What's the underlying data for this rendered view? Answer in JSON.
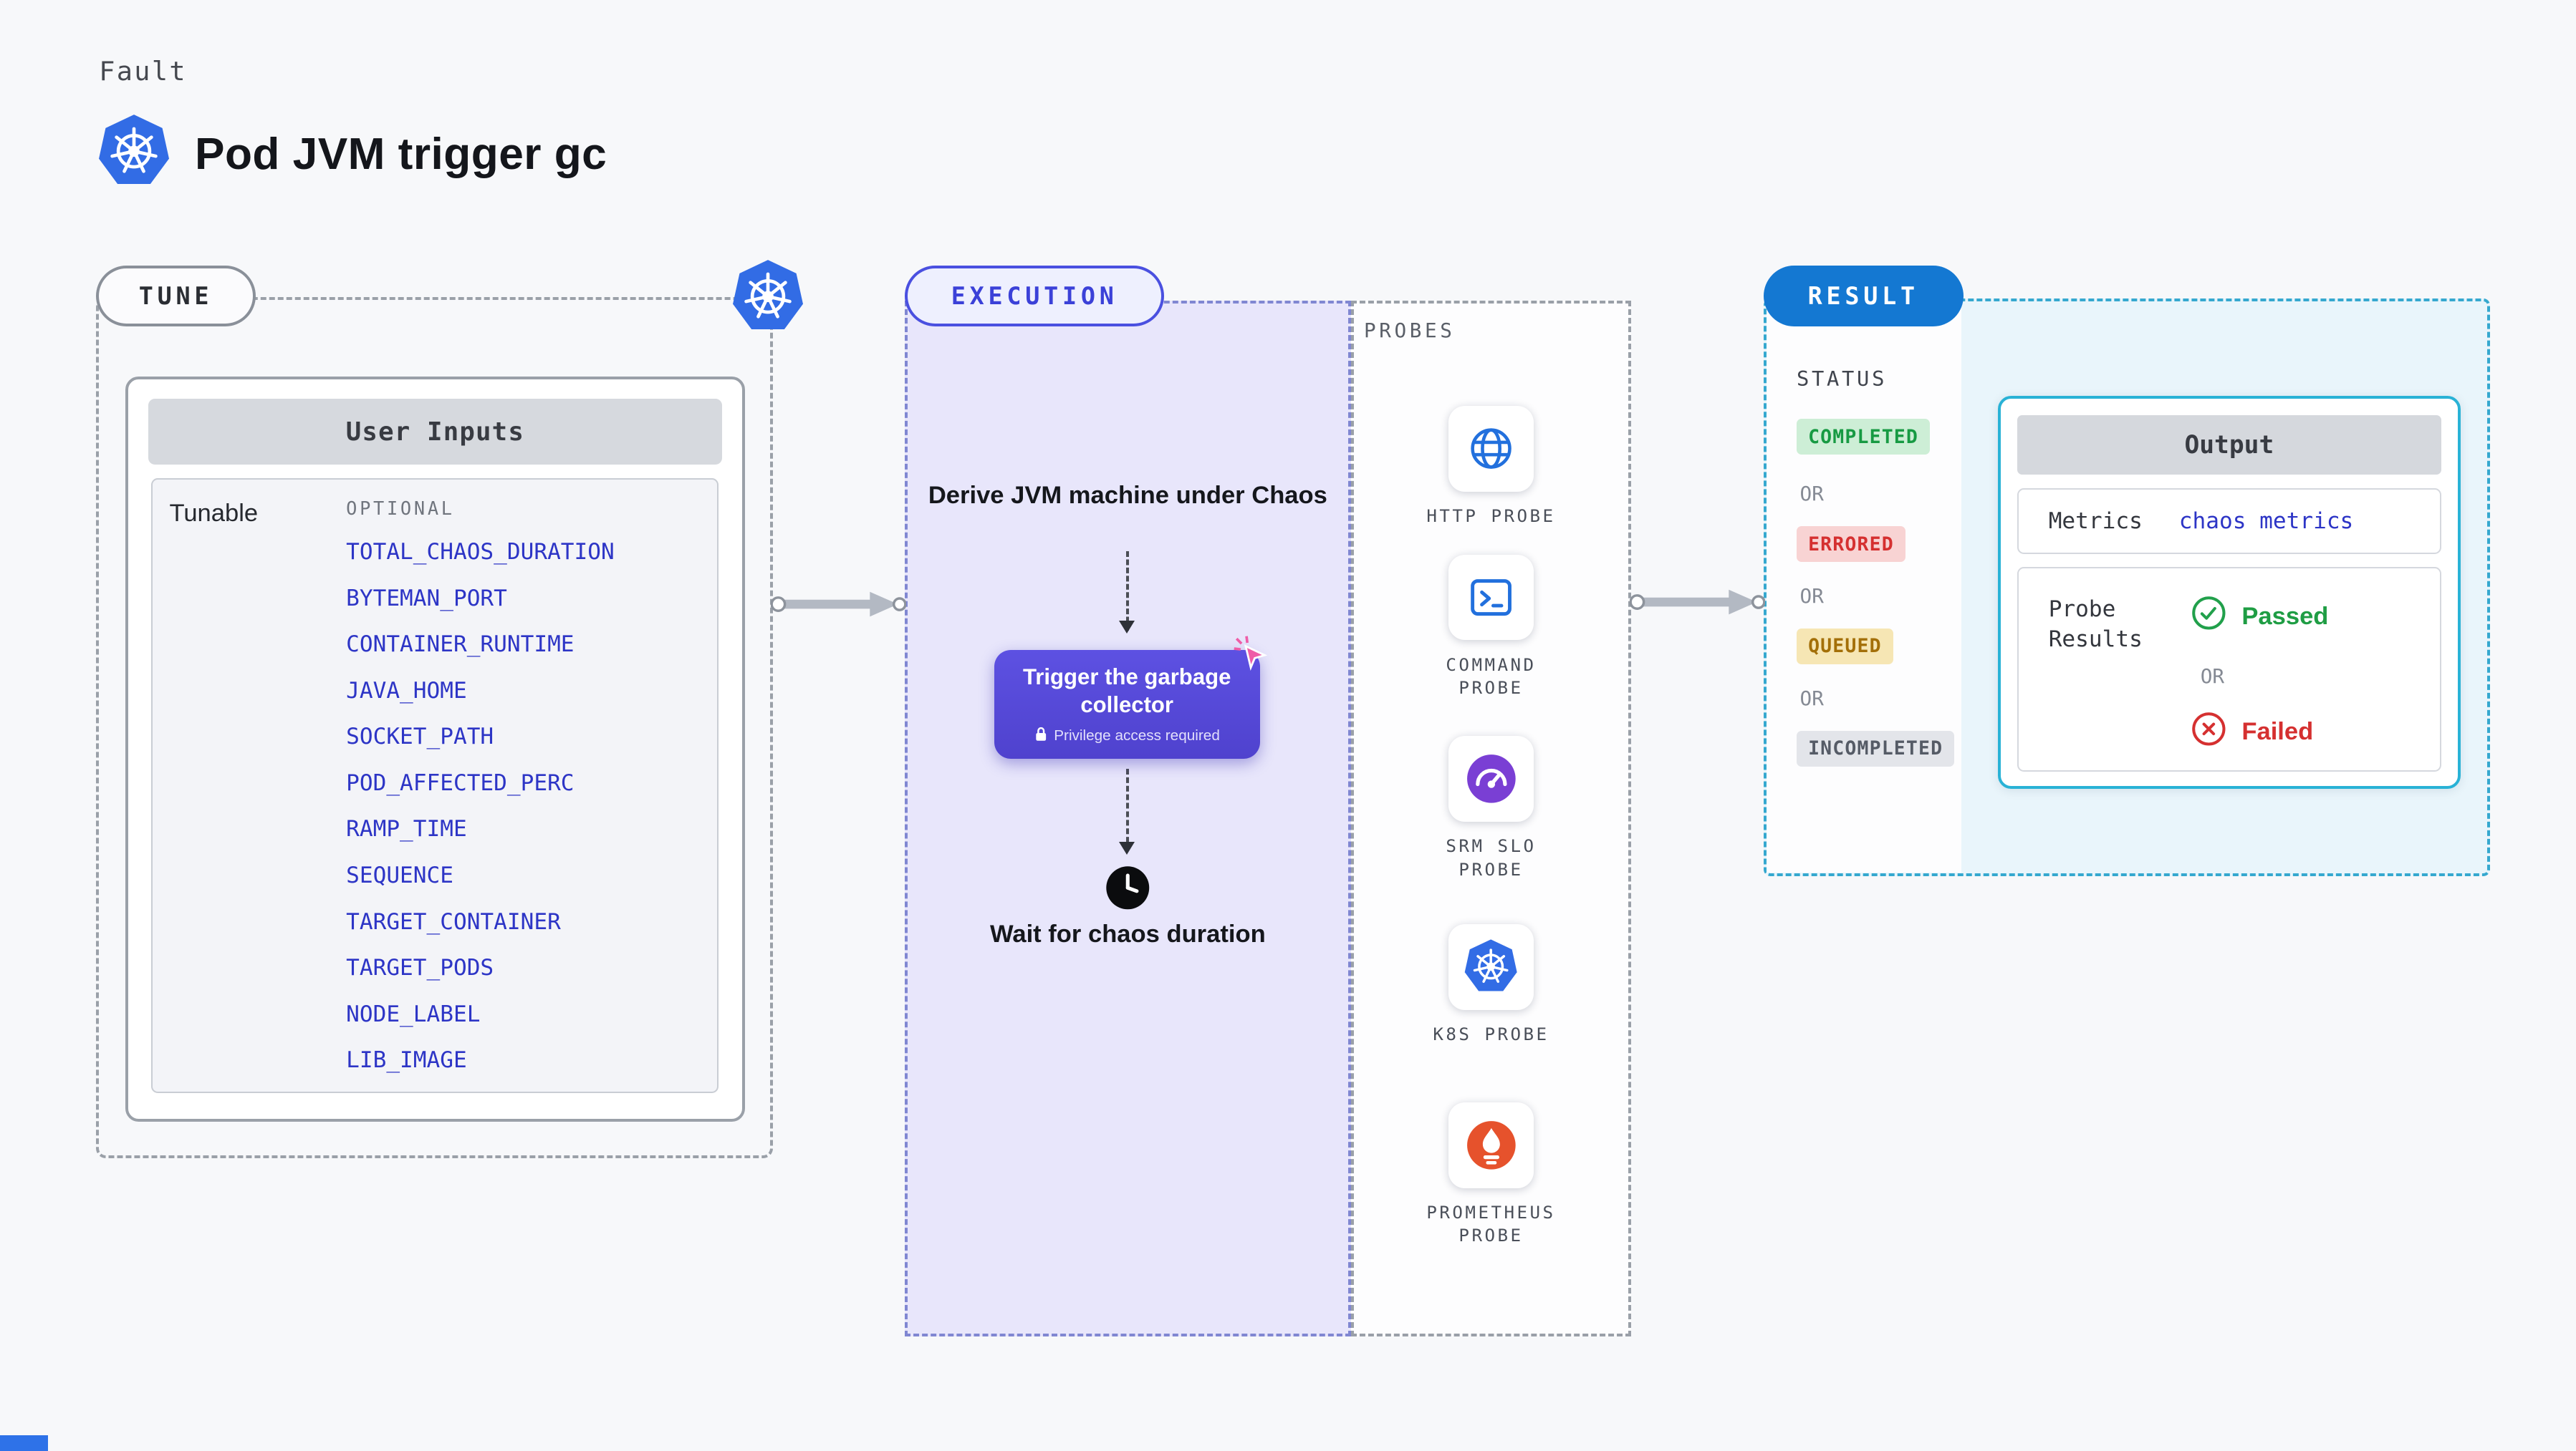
{
  "header": {
    "eyebrow": "Fault",
    "title": "Pod JVM trigger gc",
    "icon": "kubernetes-icon"
  },
  "tune": {
    "label": "TUNE",
    "card_title": "User Inputs",
    "group_label": "Tunable",
    "column_label": "OPTIONAL",
    "params": [
      "TOTAL_CHAOS_DURATION",
      "BYTEMAN_PORT",
      "CONTAINER_RUNTIME",
      "JAVA_HOME",
      "SOCKET_PATH",
      "POD_AFFECTED_PERC",
      "RAMP_TIME",
      "SEQUENCE",
      "TARGET_CONTAINER",
      "TARGET_PODS",
      "NODE_LABEL",
      "LIB_IMAGE"
    ]
  },
  "execution": {
    "label": "EXECUTION",
    "step1": "Derive JVM machine under Chaos",
    "action": {
      "title": "Trigger the garbage collector",
      "note": "Privilege access required",
      "icon": "lock-icon",
      "cursor": "cursor-icon"
    },
    "wait_icon": "clock-icon",
    "step3": "Wait for chaos duration"
  },
  "probes": {
    "label": "PROBES",
    "items": [
      {
        "name": "HTTP PROBE",
        "icon": "globe-icon"
      },
      {
        "name": "COMMAND PROBE",
        "icon": "terminal-icon"
      },
      {
        "name": "SRM SLO PROBE",
        "icon": "gauge-icon"
      },
      {
        "name": "K8S PROBE",
        "icon": "kubernetes-icon"
      },
      {
        "name": "PROMETHEUS PROBE",
        "icon": "flame-icon"
      }
    ]
  },
  "result": {
    "label": "RESULT",
    "status_label": "STATUS",
    "or_label": "OR",
    "statuses": [
      {
        "text": "COMPLETED",
        "type": "success"
      },
      {
        "text": "ERRORED",
        "type": "error"
      },
      {
        "text": "QUEUED",
        "type": "warning"
      },
      {
        "text": "INCOMPLETED",
        "type": "neutral"
      }
    ],
    "output": {
      "title": "Output",
      "metrics_label": "Metrics",
      "metrics_value": "chaos metrics",
      "probe_results_label": "Probe Results",
      "passed": "Passed",
      "or": "OR",
      "failed": "Failed"
    }
  },
  "colors": {
    "page_bg": "#f7f8fa",
    "link_blue": "#2d35c6",
    "execution_lavender": "#e8e6fb",
    "action_indigo": "#564bd8",
    "result_blue": "#1478d2",
    "result_border": "#35a8cf",
    "output_border": "#29b2d6",
    "success_green": "#1f9d44",
    "error_red": "#d53030",
    "warning_amber": "#a36f08",
    "neutral_gray": "#555b66",
    "kubernetes_blue": "#326ce5",
    "prometheus_orange": "#e6522c",
    "srm_purple": "#7a3fd4",
    "arrow_gray": "#b3b9c3",
    "cursor_pink": "#ef5da8"
  }
}
